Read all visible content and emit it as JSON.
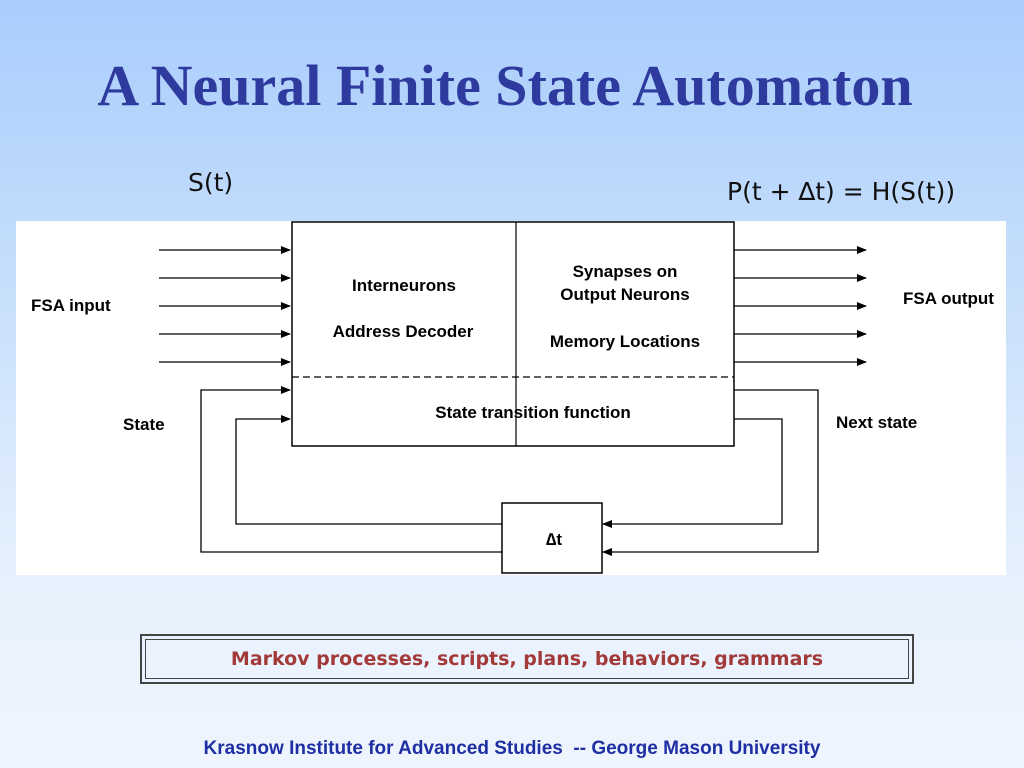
{
  "slide": {
    "title": "A Neural Finite State Automaton",
    "formula_left": "S(t)",
    "formula_right": "P(t + ∆t) = H(S(t))",
    "note": "Markov processes, scripts, plans, behaviors, grammars",
    "footer": "Krasnow Institute for Advanced Studies  -- George Mason University"
  },
  "diagram": {
    "fsa_input": "FSA input",
    "fsa_output": "FSA output",
    "state": "State",
    "next_state": "Next state",
    "interneurons": "Interneurons",
    "address_decoder": "Address Decoder",
    "synapses_line1": "Synapses on",
    "synapses_line2": "Output Neurons",
    "memory_locations": "Memory Locations",
    "state_transition": "State transition function",
    "delay": "∆t"
  }
}
